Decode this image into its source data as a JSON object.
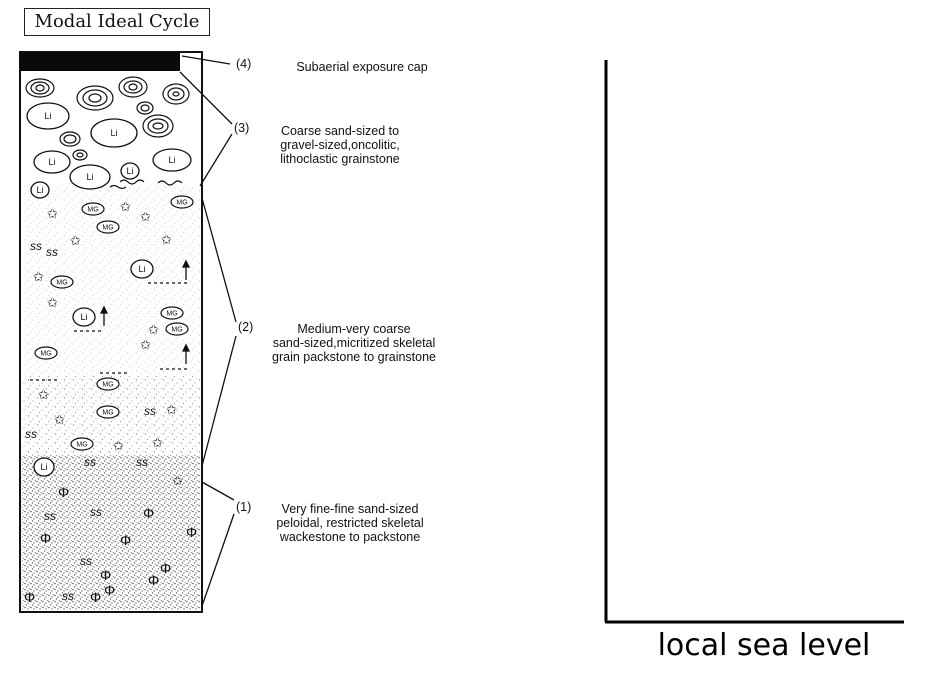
{
  "title": "Modal Ideal Cycle",
  "units": [
    {
      "number": "(4)",
      "lines": [
        "Subaerial exposure cap"
      ]
    },
    {
      "number": "(3)",
      "lines": [
        "Coarse sand-sized to",
        "gravel-sized,oncolitic,",
        "lithoclastic grainstone"
      ]
    },
    {
      "number": "(2)",
      "lines": [
        "Medium-very coarse",
        "sand-sized,micritized skeletal",
        "grain packstone to grainstone"
      ]
    },
    {
      "number": "(1)",
      "lines": [
        "Very fine-fine sand-sized",
        "peloidal, restricted skeletal",
        "wackestone to packstone"
      ]
    }
  ],
  "grain_symbols": {
    "lithoclast": "Li",
    "micritized_grain": "MG",
    "burrow": "ss",
    "peloid": "Φ"
  },
  "axis": {
    "label": "local sea level"
  }
}
